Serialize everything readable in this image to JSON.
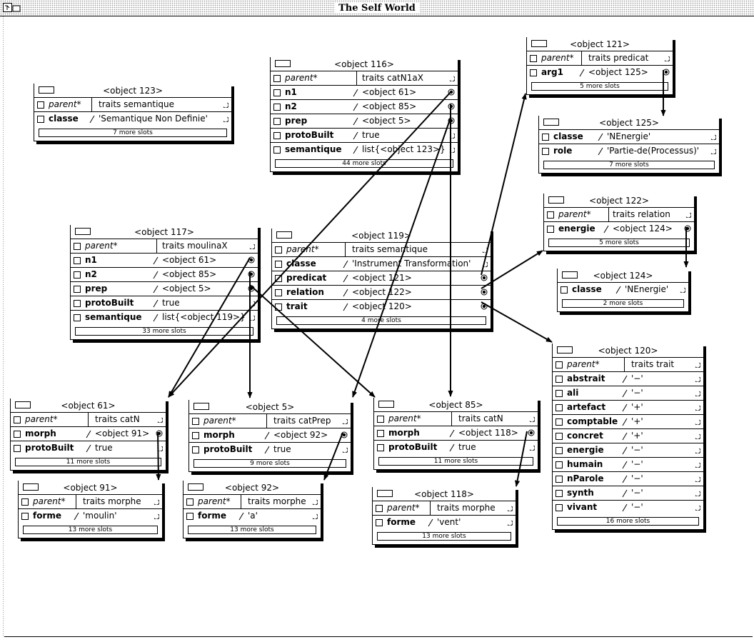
{
  "window": {
    "title": "The Self World"
  },
  "objects": [
    {
      "id": "o123",
      "name": "<object 123>",
      "slots": [
        {
          "name": "parent*",
          "parent": true,
          "value": "traits semantique",
          "icon": "arc"
        },
        {
          "name": "classe",
          "value": "'Semantique Non Definie'",
          "icon": "arc"
        }
      ],
      "more": "7 more slots"
    },
    {
      "id": "o116",
      "name": "<object 116>",
      "slots": [
        {
          "name": "parent*",
          "parent": true,
          "value": "traits catN1aX",
          "icon": "arc"
        },
        {
          "name": "n1",
          "value": "<object 61>",
          "icon": "dot"
        },
        {
          "name": "n2",
          "value": "<object 85>",
          "icon": "dot"
        },
        {
          "name": "prep",
          "value": "<object 5>",
          "icon": "dot"
        },
        {
          "name": "protoBuilt",
          "value": "true",
          "icon": "arc"
        },
        {
          "name": "semantique",
          "value": "list{<object 123>}",
          "icon": "arc"
        }
      ],
      "more": "44 more slots"
    },
    {
      "id": "o121",
      "name": "<object 121>",
      "slots": [
        {
          "name": "parent*",
          "parent": true,
          "value": "traits predicat",
          "icon": "arc"
        },
        {
          "name": "arg1",
          "value": "<object 125>",
          "icon": "dot"
        }
      ],
      "more": "5 more slots"
    },
    {
      "id": "o125",
      "name": "<object 125>",
      "slots": [
        {
          "name": "classe",
          "value": "'NEnergie'",
          "icon": "arc"
        },
        {
          "name": "role",
          "value": "'Partie-de(Processus)'",
          "icon": "arc"
        }
      ],
      "more": "7 more slots"
    },
    {
      "id": "o122",
      "name": "<object 122>",
      "slots": [
        {
          "name": "parent*",
          "parent": true,
          "value": "traits relation",
          "icon": "arc"
        },
        {
          "name": "energie",
          "value": "<object 124>",
          "icon": "dot"
        }
      ],
      "more": "5 more slots"
    },
    {
      "id": "o124",
      "name": "<object 124>",
      "slots": [
        {
          "name": "classe",
          "value": "'NEnergie'",
          "icon": "arc"
        }
      ],
      "more": "2 more slots"
    },
    {
      "id": "o117",
      "name": "<object 117>",
      "slots": [
        {
          "name": "parent*",
          "parent": true,
          "value": "traits moulinaX",
          "icon": "arc"
        },
        {
          "name": "n1",
          "value": "<object 61>",
          "icon": "dot"
        },
        {
          "name": "n2",
          "value": "<object 85>",
          "icon": "dot"
        },
        {
          "name": "prep",
          "value": "<object 5>",
          "icon": "dot"
        },
        {
          "name": "protoBuilt",
          "value": "true",
          "icon": "arc"
        },
        {
          "name": "semantique",
          "value": "list{<object 119>}",
          "icon": "arc"
        }
      ],
      "more": "33 more slots"
    },
    {
      "id": "o119",
      "name": "<object 119>",
      "slots": [
        {
          "name": "parent*",
          "parent": true,
          "value": "traits semantique",
          "icon": "arc"
        },
        {
          "name": "classe",
          "value": "'Instrument Transformation'",
          "icon": "arc"
        },
        {
          "name": "predicat",
          "value": "<object 121>",
          "icon": "dot"
        },
        {
          "name": "relation",
          "value": "<object 122>",
          "icon": "dot"
        },
        {
          "name": "trait",
          "value": "<object 120>",
          "icon": "dot"
        }
      ],
      "more": "4 more slots"
    },
    {
      "id": "o120",
      "name": "<object 120>",
      "slots": [
        {
          "name": "parent*",
          "parent": true,
          "value": "traits trait",
          "icon": "arc"
        },
        {
          "name": "abstrait",
          "value": "'−'",
          "icon": "arc"
        },
        {
          "name": "ali",
          "value": "'−'",
          "icon": "arc"
        },
        {
          "name": "artefact",
          "value": "'+'",
          "icon": "arc"
        },
        {
          "name": "comptable",
          "value": "'+'",
          "icon": "arc"
        },
        {
          "name": "concret",
          "value": "'+'",
          "icon": "arc"
        },
        {
          "name": "energie",
          "value": "'−'",
          "icon": "arc"
        },
        {
          "name": "humain",
          "value": "'−'",
          "icon": "arc"
        },
        {
          "name": "nParole",
          "value": "'−'",
          "icon": "arc"
        },
        {
          "name": "synth",
          "value": "'−'",
          "icon": "arc"
        },
        {
          "name": "vivant",
          "value": "'−'",
          "icon": "arc"
        }
      ],
      "more": "16 more slots"
    },
    {
      "id": "o61",
      "name": "<object 61>",
      "slots": [
        {
          "name": "parent*",
          "parent": true,
          "value": "traits catN",
          "icon": "arc"
        },
        {
          "name": "morph",
          "value": "<object 91>",
          "icon": "dot"
        },
        {
          "name": "protoBuilt",
          "value": "true",
          "icon": "arc"
        }
      ],
      "more": "11 more slots"
    },
    {
      "id": "o5",
      "name": "<object 5>",
      "slots": [
        {
          "name": "parent*",
          "parent": true,
          "value": "traits catPrep",
          "icon": "arc"
        },
        {
          "name": "morph",
          "value": "<object 92>",
          "icon": "dot"
        },
        {
          "name": "protoBuilt",
          "value": "true",
          "icon": "arc"
        }
      ],
      "more": "9 more slots"
    },
    {
      "id": "o85",
      "name": "<object 85>",
      "slots": [
        {
          "name": "parent*",
          "parent": true,
          "value": "traits catN",
          "icon": "arc"
        },
        {
          "name": "morph",
          "value": "<object 118>",
          "icon": "dot"
        },
        {
          "name": "protoBuilt",
          "value": "true",
          "icon": "arc"
        }
      ],
      "more": "11 more slots"
    },
    {
      "id": "o91",
      "name": "<object 91>",
      "slots": [
        {
          "name": "parent*",
          "parent": true,
          "value": "traits morphe",
          "icon": "arc"
        },
        {
          "name": "forme",
          "value": "'moulin'",
          "icon": "arc"
        }
      ],
      "more": "13 more slots"
    },
    {
      "id": "o92",
      "name": "<object 92>",
      "slots": [
        {
          "name": "parent*",
          "parent": true,
          "value": "traits morphe",
          "icon": "arc"
        },
        {
          "name": "forme",
          "value": "'a'",
          "icon": "arc"
        }
      ],
      "more": "13 more slots"
    },
    {
      "id": "o118",
      "name": "<object 118>",
      "slots": [
        {
          "name": "parent*",
          "parent": true,
          "value": "traits morphe",
          "icon": "arc"
        },
        {
          "name": "forme",
          "value": "'vent'",
          "icon": "arc"
        }
      ],
      "more": "13 more slots"
    }
  ]
}
